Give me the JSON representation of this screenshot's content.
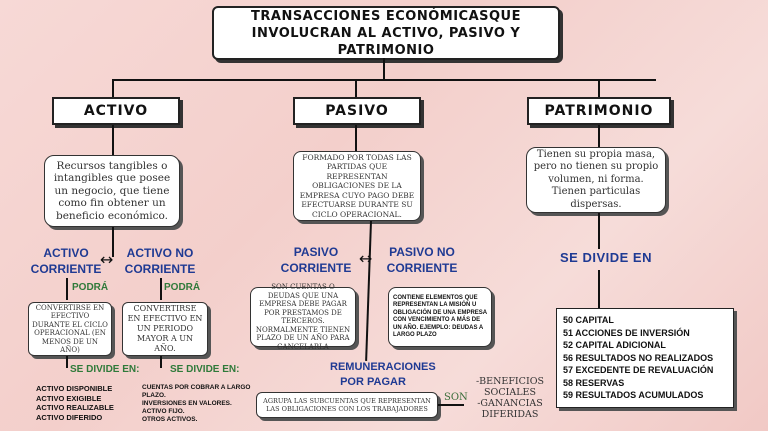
{
  "title": "TRANSACCIONES ECONÓMICASQUE INVOLUCRAN AL ACTIVO, PASIVO Y PATRIMONIO",
  "activo": {
    "header": "ACTIVO",
    "definition": "Recursos tangibles o intangibles que posee un negocio, que tiene como fin obtener un beneficio económico.",
    "corriente_label": "ACTIVO CORRIENTE",
    "no_corriente_label": "ACTIVO NO CORRIENTE",
    "podra_1": "PODRÁ",
    "podra_2": "PODRÁ",
    "corriente_desc": "CONVERTIRSE EN EFECTIVO DURANTE EL CICLO OPERACIONAL (EN MENOS DE UN AÑO)",
    "no_corriente_desc": "CONVERTIRSE EN EFECTIVO EN UN PERIODO MAYOR A UN AÑO.",
    "se_divide_1": "SE DIVIDE EN:",
    "se_divide_2": "SE DIVIDE EN:",
    "corriente_items": [
      "ACTIVO DISPONIBLE",
      "ACTIVO EXIGIBLE",
      "ACTIVO REALIZABLE",
      "ACTIVO DIFERIDO"
    ],
    "no_corriente_items": [
      "CUENTAS POR COBRAR A LARGO PLAZO.",
      "INVERSIONES EN VALORES.",
      "ACTIVO FIJO.",
      "OTROS ACTIVOS."
    ]
  },
  "pasivo": {
    "header": "PASIVO",
    "definition": "FORMADO POR TODAS LAS PARTIDAS QUE REPRESENTAN OBLIGACIONES DE LA EMPRESA CUYO PAGO DEBE EFECTUARSE DURANTE SU CICLO OPERACIONAL.",
    "corriente_label": "PASIVO CORRIENTE",
    "no_corriente_label": "PASIVO NO CORRIENTE",
    "corriente_desc": "SON CUENTAS O DEUDAS QUE UNA EMPRESA DEBE PAGAR POR PRESTAMOS DE TERCEROS. NORMALMENTE TIENEN PLAZO DE UN AÑO PARA CANCELARLA",
    "no_corriente_desc": "CONTIENE ELEMENTOS QUE REPRESENTAN LA MISIÓN U OBLIGACIÓN DE UNA EMPRESA CON VENCIMIENTO A MÁS DE UN AÑO. EJEMPLO: DEUDAS A LARGO PLAZO",
    "remuneraciones_label": "REMUNERACIONES POR PAGAR",
    "remuneraciones_desc": "AGRUPA LAS SUBCUENTAS QUE REPRESENTAN LAS OBLIGACIONES CON LOS TRABAJADORES",
    "son_label": "SON",
    "son_items": [
      "-BENEFICIOS SOCIALES",
      "-GANANCIAS DIFERIDAS"
    ]
  },
  "patrimonio": {
    "header": "PATRIMONIO",
    "definition": "Tienen su propia masa, pero no tienen su propio volumen, ni forma. Tienen particulas dispersas.",
    "se_divide": "SE DIVIDE EN",
    "items": [
      "50 CAPITAL",
      "51 ACCIONES DE INVERSIÓN",
      "52 CAPITAL ADICIONAL",
      "56 RESULTADOS NO REALIZADOS",
      "57 EXCEDENTE DE REVALUACIÓN",
      "58 RESERVAS",
      "59 RESULTADOS ACUMULADOS"
    ]
  },
  "colors": {
    "blue": "#1f3a93",
    "green": "#2f7a3a",
    "background": "#f5d4d0"
  }
}
